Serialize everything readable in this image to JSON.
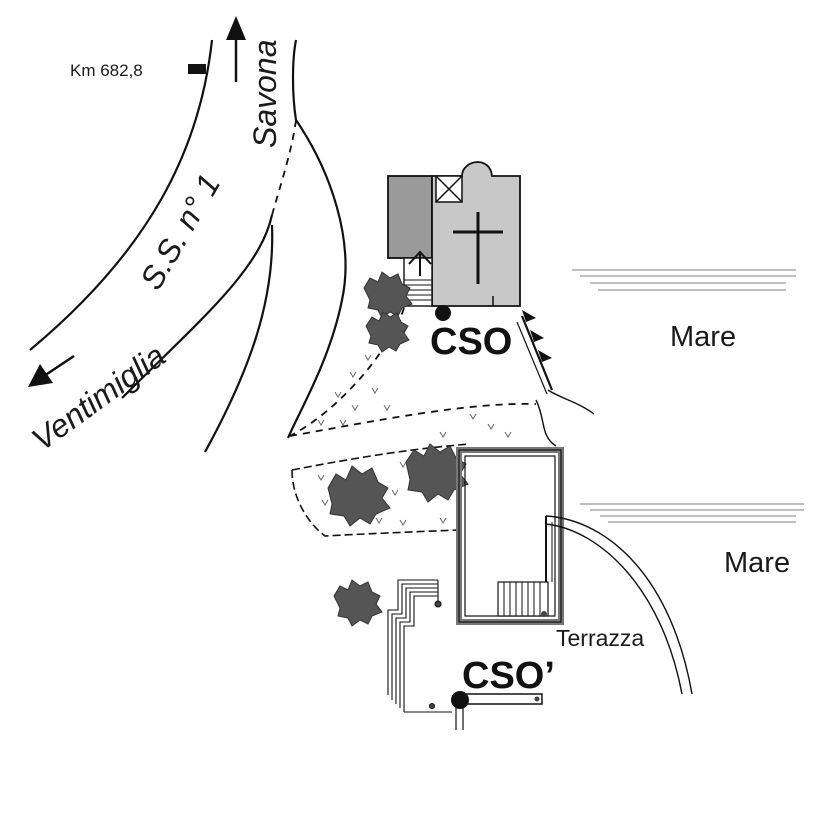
{
  "map": {
    "km_marker": "Km 682,8",
    "direction_north": "Savona",
    "direction_south": "Ventimiglia",
    "road_name": "S.S. n° 1",
    "sea_label_1": "Mare",
    "sea_label_2": "Mare",
    "terrace_label": "Terrazza",
    "station_1": "CSO",
    "station_2": "CSO’"
  },
  "colors": {
    "ink": "#111111",
    "church_fill": "#c8c8c8",
    "annex_fill": "#9a9a9a",
    "bush_fill": "#555555",
    "sea_lines": "#999999"
  }
}
